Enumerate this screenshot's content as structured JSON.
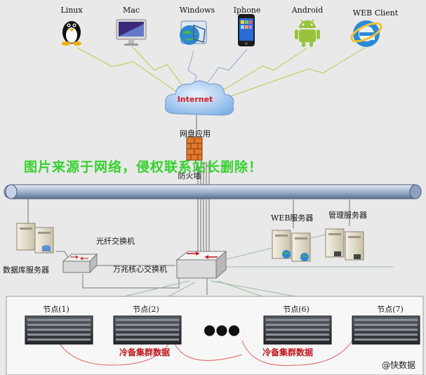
{
  "clients": [
    {
      "label": "Linux",
      "icon": "linux-penguin-icon"
    },
    {
      "label": "Mac",
      "icon": "mac-monitor-icon"
    },
    {
      "label": "Windows",
      "icon": "windows-globe-icon"
    },
    {
      "label": "Iphone",
      "icon": "iphone-icon"
    },
    {
      "label": "Android",
      "icon": "android-robot-icon"
    },
    {
      "label": "WEB Client",
      "icon": "ie-browser-icon"
    }
  ],
  "internet_label": "Internet",
  "net_app_label": "网盘应用",
  "firewall_label": "防火墙",
  "watermark": "图片来源于网络，侵权联系站长删除！",
  "fiber_switch_label": "光纤交换机",
  "db_server_label": "数据库服务器",
  "core_switch_label": "万兆核心交换机",
  "web_server_label": "WEB服务器",
  "mgmt_server_label": "管理服务器",
  "nodes": [
    {
      "label": "节点(1)"
    },
    {
      "label": "节点(2)"
    },
    {
      "label": "节点(6)"
    },
    {
      "label": "节点(7)"
    }
  ],
  "ellipsis": "●●●",
  "cold_backup_labels": [
    "冷备集群数据",
    "冷备集群数据"
  ],
  "brand": "@快数据"
}
